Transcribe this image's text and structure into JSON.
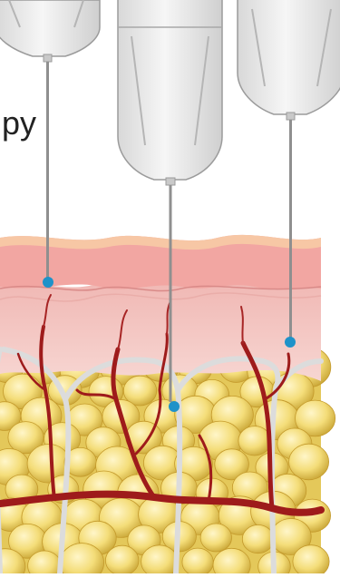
{
  "caption": {
    "text": "py"
  },
  "colors": {
    "background": "#ffffff",
    "needle_hub": "#ececec",
    "needle_shaft": "#9a9a9a",
    "marker": "#1f92c9",
    "epidermis": "#f2a9a6",
    "dermis": "#f3c3bf",
    "fat": "#f0d86a",
    "vessel": "#9e1b1b",
    "septa": "#d9d9d9"
  },
  "diagram": {
    "needle_count": 3,
    "marker_count": 3,
    "icon": "microneedle-injection-depths"
  }
}
